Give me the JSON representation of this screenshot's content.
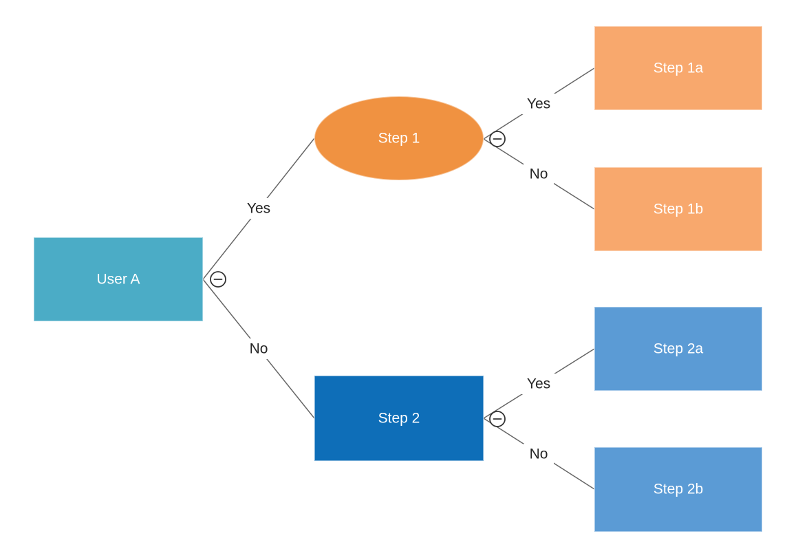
{
  "diagram": {
    "type": "decision-tree",
    "colors": {
      "background": "#ffffff",
      "edge_line": "#666666",
      "edge_label_text": "#262626",
      "node_text": "#ffffff",
      "collapse_icon_stroke": "#333333",
      "collapse_icon_fill": "#ffffff"
    },
    "nodes": {
      "user_a": {
        "label": "User A",
        "shape": "rectangle",
        "color": "#4BACC6"
      },
      "step_1": {
        "label": "Step 1",
        "shape": "ellipse",
        "color": "#F09241"
      },
      "step_1a": {
        "label": "Step 1a",
        "shape": "rectangle",
        "color": "#F8A86D"
      },
      "step_1b": {
        "label": "Step 1b",
        "shape": "rectangle",
        "color": "#F8A86D"
      },
      "step_2": {
        "label": "Step 2",
        "shape": "rectangle",
        "color": "#0E6EB8"
      },
      "step_2a": {
        "label": "Step 2a",
        "shape": "rectangle",
        "color": "#5B9BD5"
      },
      "step_2b": {
        "label": "Step 2b",
        "shape": "rectangle",
        "color": "#5B9BD5"
      }
    },
    "edges": [
      {
        "from": "user_a",
        "to": "step_1",
        "label": "Yes"
      },
      {
        "from": "user_a",
        "to": "step_2",
        "label": "No"
      },
      {
        "from": "step_1",
        "to": "step_1a",
        "label": "Yes"
      },
      {
        "from": "step_1",
        "to": "step_1b",
        "label": "No"
      },
      {
        "from": "step_2",
        "to": "step_2a",
        "label": "Yes"
      },
      {
        "from": "step_2",
        "to": "step_2b",
        "label": "No"
      }
    ],
    "icons": {
      "collapse": "minus-circle"
    }
  }
}
